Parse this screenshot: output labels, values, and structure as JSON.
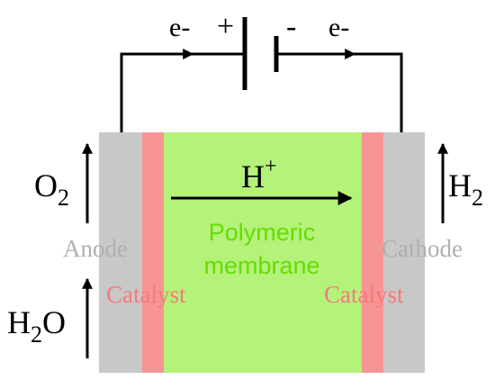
{
  "colors": {
    "electrode": "#c8c8c8",
    "catalyst": "#f79595",
    "membrane": "#b4f27a",
    "electrode_label": "#b0b0b0",
    "catalyst_label": "#f47a7a",
    "membrane_label": "#66dd00",
    "wire": "#000000"
  },
  "circuit": {
    "electron_left": "e-",
    "electron_right": "e-",
    "plus_sign": "+",
    "minus_sign": "-"
  },
  "proton": {
    "base": "H",
    "superscript": "+"
  },
  "membrane": {
    "line1": "Polymeric",
    "line2": "membrane"
  },
  "anode": {
    "label": "Anode"
  },
  "cathode": {
    "label": "Cathode"
  },
  "catalyst_left": {
    "label": "Catalyst"
  },
  "catalyst_right": {
    "label": "Catalyst"
  },
  "species": {
    "oxygen": {
      "base": "O",
      "subscript": "2"
    },
    "hydrogen": {
      "base": "H",
      "subscript": "2"
    },
    "water": {
      "base": "H",
      "subscript": "2",
      "tail": "O"
    }
  },
  "icons": {
    "battery": "battery-icon",
    "flow_arrows": "arrow-up-icon",
    "current_arrows": "arrow-right-icon"
  }
}
